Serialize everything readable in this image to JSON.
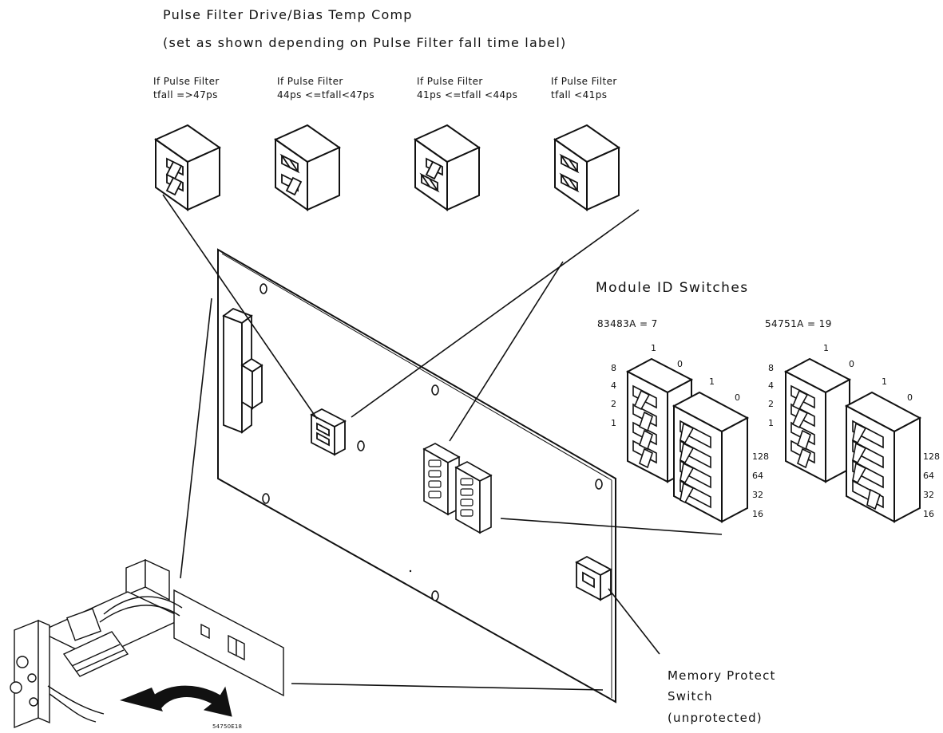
{
  "title": {
    "line1": "Pulse Filter Drive/Bias Temp Comp",
    "line2": "(set as shown depending on Pulse Filter fall time label)"
  },
  "pulse_filter_settings": [
    {
      "line1": "If Pulse Filter",
      "line2": "tfall =>47ps",
      "switches": [
        "on",
        "on"
      ]
    },
    {
      "line1": "If Pulse Filter",
      "line2": "44ps <=tfall<47ps",
      "switches": [
        "off",
        "on"
      ]
    },
    {
      "line1": "If Pulse Filter",
      "line2": "41ps <=tfall <44ps",
      "switches": [
        "on",
        "off"
      ]
    },
    {
      "line1": "If Pulse Filter",
      "line2": "tfall <41ps",
      "switches": [
        "off",
        "off"
      ]
    }
  ],
  "module_id": {
    "heading": "Module ID Switches",
    "examples": [
      {
        "label": "83483A = 7",
        "left_header": {
          "on": "1",
          "off": "0"
        },
        "right_header": {
          "on": "1",
          "off": "0"
        },
        "left_weights": [
          "8",
          "4",
          "2",
          "1"
        ],
        "right_weights": [
          "128",
          "64",
          "32",
          "16"
        ],
        "left_switches": [
          0,
          1,
          1,
          1
        ],
        "right_switches": [
          0,
          0,
          0,
          0
        ]
      },
      {
        "label": "54751A = 19",
        "left_header": {
          "on": "1",
          "off": "0"
        },
        "right_header": {
          "on": "1",
          "off": "0"
        },
        "left_weights": [
          "8",
          "4",
          "2",
          "1"
        ],
        "right_weights": [
          "128",
          "64",
          "32",
          "16"
        ],
        "left_switches": [
          0,
          0,
          1,
          1
        ],
        "right_switches": [
          0,
          0,
          0,
          1
        ]
      }
    ]
  },
  "memory_protect": {
    "line1": "Memory Protect",
    "line2": "Switch",
    "line3": "(unprotected)"
  },
  "figure_code": "54750E18"
}
